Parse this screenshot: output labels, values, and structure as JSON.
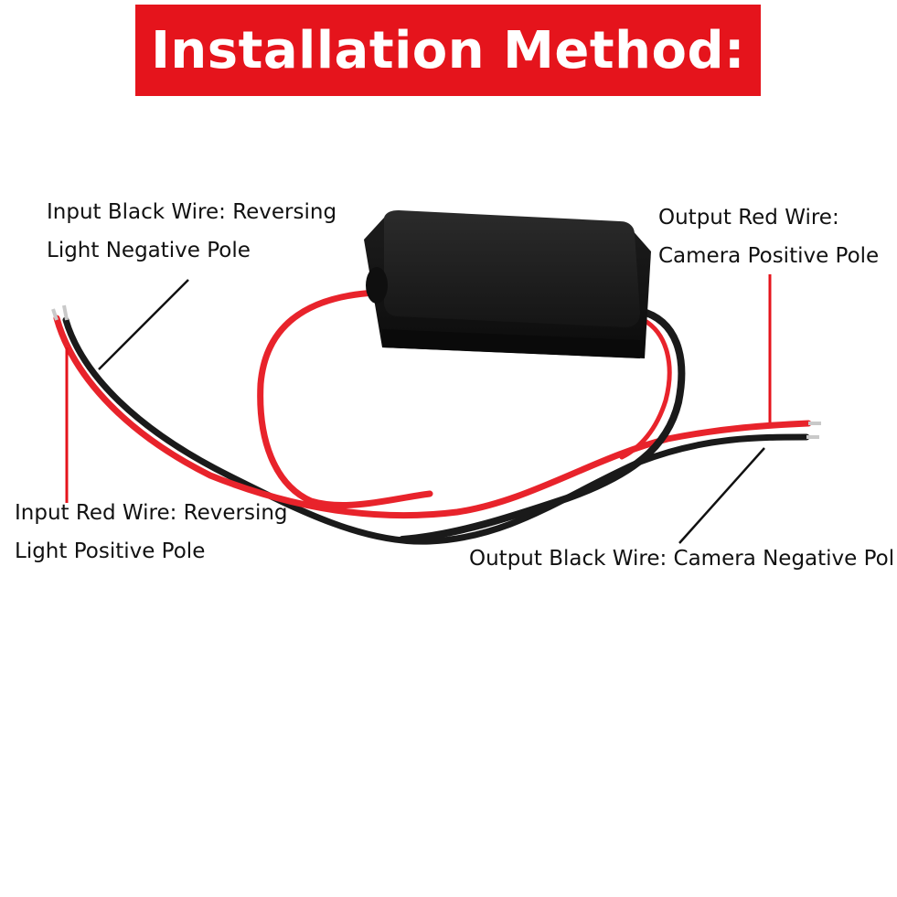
{
  "title": "Installation Method:",
  "colors": {
    "banner": "#e5141c",
    "banner_text": "#ffffff",
    "red_wire": "#e8232b",
    "black_wire": "#1a1a1a",
    "box": "#141414"
  },
  "labels": {
    "input_black": {
      "line1": "Input Black Wire: Reversing",
      "line2": "Light Negative Pole"
    },
    "output_red": {
      "line1": "Output Red Wire:",
      "line2": "Camera Positive Pole"
    },
    "input_red": {
      "line1": "Input Red Wire: Reversing",
      "line2": "Light Positive Pole"
    },
    "output_black": {
      "line1": "Output Black Wire: Camera Negative Pol"
    }
  }
}
